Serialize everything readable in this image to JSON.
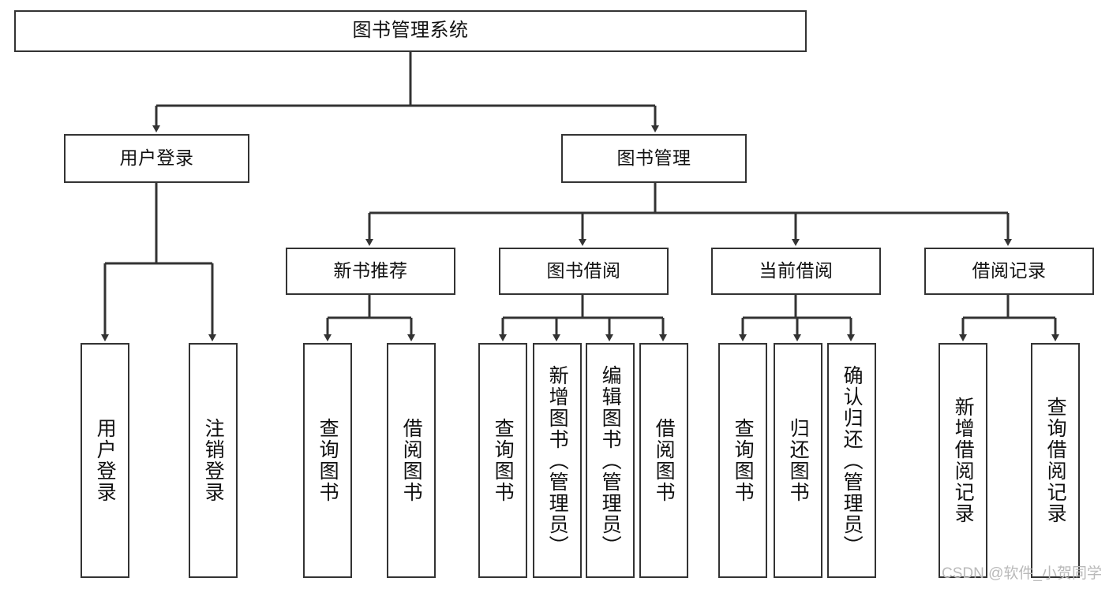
{
  "diagram": {
    "title": "图书管理系统",
    "type": "tree-hierarchy",
    "style": {
      "box_border_color": "#333333",
      "box_fill_color": "#ffffff",
      "edge_color": "#333333",
      "text_color": "#111111",
      "background": "#ffffff"
    }
  },
  "nodes": {
    "root": {
      "label": "图书管理系统"
    },
    "level2": [
      {
        "id": "user-login",
        "label": "用户登录"
      },
      {
        "id": "book-manage",
        "label": "图书管理"
      }
    ],
    "level3": [
      {
        "id": "new-book-recommend",
        "label": "新书推荐"
      },
      {
        "id": "book-borrow",
        "label": "图书借阅"
      },
      {
        "id": "current-borrow",
        "label": "当前借阅"
      },
      {
        "id": "borrow-record",
        "label": "借阅记录"
      }
    ],
    "leaves": {
      "user-login": [
        {
          "id": "leaf-user-login",
          "label": "用户登录"
        },
        {
          "id": "leaf-user-logout",
          "label": "注销登录"
        }
      ],
      "new-book-recommend": [
        {
          "id": "leaf-query-book-1",
          "label": "查询图书"
        },
        {
          "id": "leaf-borrow-book-1",
          "label": "借阅图书"
        }
      ],
      "book-borrow": [
        {
          "id": "leaf-query-book-2",
          "label": "查询图书"
        },
        {
          "id": "leaf-add-book",
          "label": "新增图书（管理员）"
        },
        {
          "id": "leaf-edit-book",
          "label": "编辑图书（管理员）"
        },
        {
          "id": "leaf-borrow-book-2",
          "label": "借阅图书"
        }
      ],
      "current-borrow": [
        {
          "id": "leaf-query-book-3",
          "label": "查询图书"
        },
        {
          "id": "leaf-return-book",
          "label": "归还图书"
        },
        {
          "id": "leaf-confirm-return",
          "label": "确认归还（管理员）"
        }
      ],
      "borrow-record": [
        {
          "id": "leaf-add-record",
          "label": "新增借阅记录"
        },
        {
          "id": "leaf-query-record",
          "label": "查询借阅记录"
        }
      ]
    }
  },
  "watermark": {
    "text": "CSDN @软件_小贺同学"
  }
}
